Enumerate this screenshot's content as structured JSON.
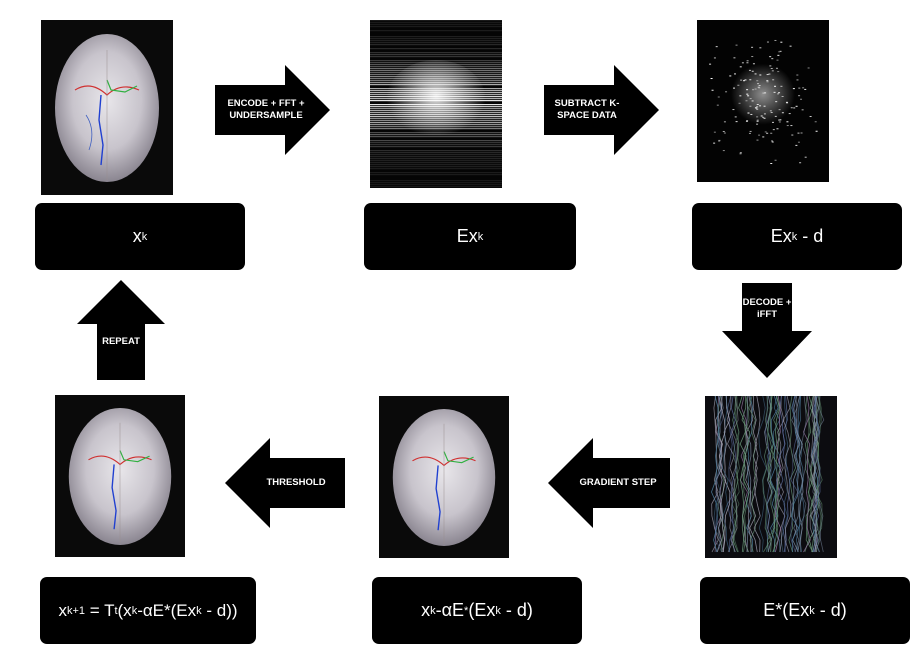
{
  "arrows": {
    "encode": "ENCODE + FFT + UNDERSAMPLE",
    "subtract": "SUBTRACT K-SPACE DATA",
    "decode": "DECODE + iFFT",
    "gradient": "GRADIENT STEP",
    "threshold": "THRESHOLD",
    "repeat": "REPEAT"
  },
  "labels": {
    "xk": {
      "base": "x",
      "sub": "k"
    },
    "exk": {
      "base": "Ex",
      "sub": "k"
    },
    "exk_minus_d": {
      "base": "Ex",
      "sub": "k",
      "tail": " - d"
    },
    "estar": {
      "pre": "E*(Ex",
      "sub": "k",
      "tail": " - d)"
    },
    "grad": {
      "x": "x",
      "xsub": "k",
      "mid": "-αE",
      "sup": "*",
      "mid2": "(Ex",
      "sub2": "k",
      "tail": " - d)"
    },
    "next": {
      "x": "x",
      "xsub": "k+1",
      "eq": " = T",
      "tsub": "t",
      "mid": "(x",
      "sub2": "k",
      "mid2": "-αE*(Ex",
      "sub3": "k",
      "tail": " - d))"
    }
  },
  "colors": {
    "box": "#000000",
    "arrow": "#000000",
    "text": "#ffffff",
    "background": "#ffffff"
  },
  "icons": {
    "brain_image": "brain-mri-image",
    "kspace_image": "kspace-image",
    "residual_image": "kspace-residual-image",
    "aliased_image": "aliased-image"
  }
}
